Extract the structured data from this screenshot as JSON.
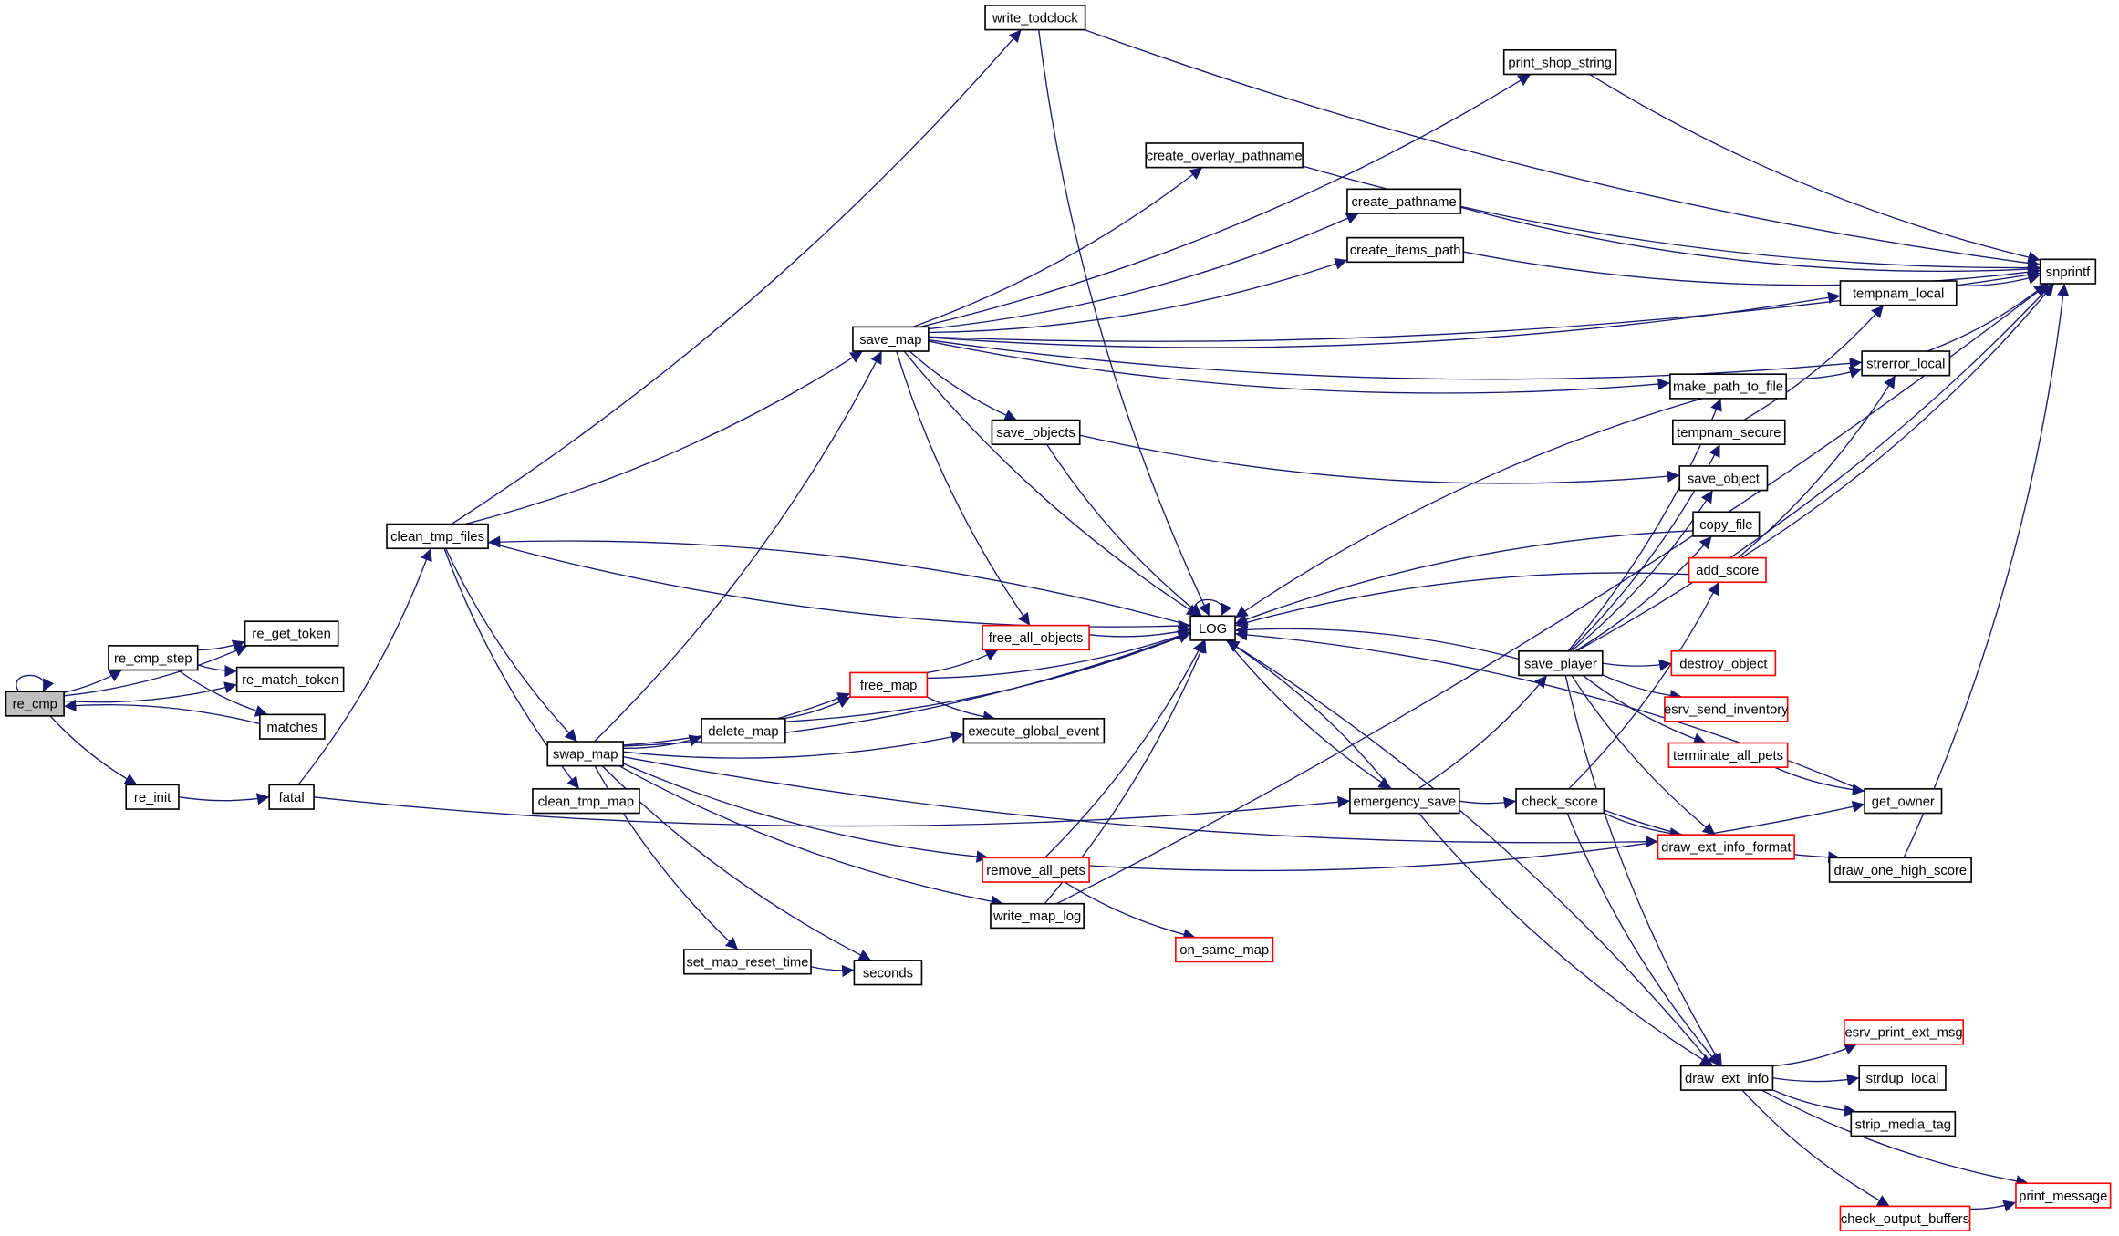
{
  "graph": {
    "type": "call-graph",
    "root": "re_cmp",
    "colors": {
      "edge": "#191970",
      "truncated_border": "#ff0000",
      "root_fill": "#bfbfbf",
      "border": "#000000"
    },
    "nodes": [
      {
        "id": "re_cmp",
        "label": "re_cmp",
        "truncated": false
      },
      {
        "id": "re_get_token",
        "label": "re_get_token",
        "truncated": false
      },
      {
        "id": "re_cmp_step",
        "label": "re_cmp_step",
        "truncated": false
      },
      {
        "id": "re_match_token",
        "label": "re_match_token",
        "truncated": false
      },
      {
        "id": "matches",
        "label": "matches",
        "truncated": false
      },
      {
        "id": "re_init",
        "label": "re_init",
        "truncated": false
      },
      {
        "id": "fatal",
        "label": "fatal",
        "truncated": false
      },
      {
        "id": "clean_tmp_files",
        "label": "clean_tmp_files",
        "truncated": false
      },
      {
        "id": "swap_map",
        "label": "swap_map",
        "truncated": false
      },
      {
        "id": "clean_tmp_map",
        "label": "clean_tmp_map",
        "truncated": false
      },
      {
        "id": "write_todclock",
        "label": "write_todclock",
        "truncated": false
      },
      {
        "id": "print_shop_string",
        "label": "print_shop_string",
        "truncated": false
      },
      {
        "id": "create_overlay_pathname",
        "label": "create_overlay_pathname",
        "truncated": false
      },
      {
        "id": "create_pathname",
        "label": "create_pathname",
        "truncated": false
      },
      {
        "id": "create_items_path",
        "label": "create_items_path",
        "truncated": false
      },
      {
        "id": "save_map",
        "label": "save_map",
        "truncated": false
      },
      {
        "id": "tempnam_local",
        "label": "tempnam_local",
        "truncated": false
      },
      {
        "id": "snprintf",
        "label": "snprintf",
        "truncated": false
      },
      {
        "id": "strerror_local",
        "label": "strerror_local",
        "truncated": false
      },
      {
        "id": "make_path_to_file",
        "label": "make_path_to_file",
        "truncated": false
      },
      {
        "id": "save_objects",
        "label": "save_objects",
        "truncated": false
      },
      {
        "id": "tempnam_secure",
        "label": "tempnam_secure",
        "truncated": false
      },
      {
        "id": "save_object",
        "label": "save_object",
        "truncated": false
      },
      {
        "id": "copy_file",
        "label": "copy_file",
        "truncated": false
      },
      {
        "id": "add_score",
        "label": "add_score",
        "truncated": true
      },
      {
        "id": "LOG",
        "label": "LOG",
        "truncated": false
      },
      {
        "id": "free_all_objects",
        "label": "free_all_objects",
        "truncated": true
      },
      {
        "id": "save_player",
        "label": "save_player",
        "truncated": false
      },
      {
        "id": "destroy_object",
        "label": "destroy_object",
        "truncated": true
      },
      {
        "id": "free_map",
        "label": "free_map",
        "truncated": true
      },
      {
        "id": "delete_map",
        "label": "delete_map",
        "truncated": false
      },
      {
        "id": "execute_global_event",
        "label": "execute_global_event",
        "truncated": false
      },
      {
        "id": "esrv_send_inventory",
        "label": "esrv_send_inventory",
        "truncated": true
      },
      {
        "id": "terminate_all_pets",
        "label": "terminate_all_pets",
        "truncated": true
      },
      {
        "id": "emergency_save",
        "label": "emergency_save",
        "truncated": false
      },
      {
        "id": "check_score",
        "label": "check_score",
        "truncated": false
      },
      {
        "id": "get_owner",
        "label": "get_owner",
        "truncated": false
      },
      {
        "id": "draw_ext_info_format",
        "label": "draw_ext_info_format",
        "truncated": true
      },
      {
        "id": "remove_all_pets",
        "label": "remove_all_pets",
        "truncated": true
      },
      {
        "id": "draw_one_high_score",
        "label": "draw_one_high_score",
        "truncated": false
      },
      {
        "id": "write_map_log",
        "label": "write_map_log",
        "truncated": false
      },
      {
        "id": "on_same_map",
        "label": "on_same_map",
        "truncated": true
      },
      {
        "id": "set_map_reset_time",
        "label": "set_map_reset_time",
        "truncated": false
      },
      {
        "id": "seconds",
        "label": "seconds",
        "truncated": false
      },
      {
        "id": "draw_ext_info",
        "label": "draw_ext_info",
        "truncated": false
      },
      {
        "id": "esrv_print_ext_msg",
        "label": "esrv_print_ext_msg",
        "truncated": true
      },
      {
        "id": "strdup_local",
        "label": "strdup_local",
        "truncated": false
      },
      {
        "id": "strip_media_tag",
        "label": "strip_media_tag",
        "truncated": false
      },
      {
        "id": "print_message",
        "label": "print_message",
        "truncated": true
      },
      {
        "id": "check_output_buffers",
        "label": "check_output_buffers",
        "truncated": true
      }
    ],
    "edges": [
      [
        "re_cmp",
        "re_cmp"
      ],
      [
        "re_cmp",
        "re_get_token"
      ],
      [
        "re_cmp",
        "re_cmp_step"
      ],
      [
        "re_cmp",
        "re_match_token"
      ],
      [
        "re_cmp",
        "re_init"
      ],
      [
        "re_cmp_step",
        "re_get_token"
      ],
      [
        "re_cmp_step",
        "re_match_token"
      ],
      [
        "re_cmp_step",
        "matches"
      ],
      [
        "matches",
        "re_cmp"
      ],
      [
        "re_init",
        "fatal"
      ],
      [
        "fatal",
        "clean_tmp_files"
      ],
      [
        "fatal",
        "emergency_save"
      ],
      [
        "clean_tmp_files",
        "write_todclock"
      ],
      [
        "clean_tmp_files",
        "save_map"
      ],
      [
        "clean_tmp_files",
        "LOG"
      ],
      [
        "clean_tmp_files",
        "swap_map"
      ],
      [
        "clean_tmp_files",
        "clean_tmp_map"
      ],
      [
        "LOG",
        "clean_tmp_files"
      ],
      [
        "write_todclock",
        "snprintf"
      ],
      [
        "write_todclock",
        "LOG"
      ],
      [
        "save_map",
        "print_shop_string"
      ],
      [
        "print_shop_string",
        "snprintf"
      ],
      [
        "save_map",
        "snprintf"
      ],
      [
        "save_map",
        "create_overlay_pathname"
      ],
      [
        "save_map",
        "create_pathname"
      ],
      [
        "save_map",
        "create_items_path"
      ],
      [
        "save_map",
        "tempnam_local"
      ],
      [
        "save_map",
        "strerror_local"
      ],
      [
        "save_map",
        "make_path_to_file"
      ],
      [
        "save_map",
        "save_objects"
      ],
      [
        "save_map",
        "free_all_objects"
      ],
      [
        "save_map",
        "LOG"
      ],
      [
        "swap_map",
        "save_map"
      ],
      [
        "swap_map",
        "LOG"
      ],
      [
        "swap_map",
        "free_map"
      ],
      [
        "swap_map",
        "delete_map"
      ],
      [
        "swap_map",
        "execute_global_event"
      ],
      [
        "swap_map",
        "draw_ext_info_format"
      ],
      [
        "swap_map",
        "remove_all_pets"
      ],
      [
        "swap_map",
        "write_map_log"
      ],
      [
        "swap_map",
        "set_map_reset_time"
      ],
      [
        "swap_map",
        "seconds"
      ],
      [
        "create_overlay_pathname",
        "snprintf"
      ],
      [
        "create_pathname",
        "snprintf"
      ],
      [
        "create_items_path",
        "snprintf"
      ],
      [
        "tempnam_local",
        "snprintf"
      ],
      [
        "strerror_local",
        "snprintf"
      ],
      [
        "make_path_to_file",
        "strerror_local"
      ],
      [
        "make_path_to_file",
        "LOG"
      ],
      [
        "tempnam_secure",
        "tempnam_local"
      ],
      [
        "save_objects",
        "save_object"
      ],
      [
        "save_objects",
        "LOG"
      ],
      [
        "save_player",
        "make_path_to_file"
      ],
      [
        "save_player",
        "tempnam_secure"
      ],
      [
        "save_player",
        "save_object"
      ],
      [
        "save_player",
        "copy_file"
      ],
      [
        "save_player",
        "LOG"
      ],
      [
        "save_player",
        "destroy_object"
      ],
      [
        "save_player",
        "esrv_send_inventory"
      ],
      [
        "save_player",
        "terminate_all_pets"
      ],
      [
        "save_player",
        "draw_ext_info_format"
      ],
      [
        "save_player",
        "draw_ext_info"
      ],
      [
        "save_player",
        "snprintf"
      ],
      [
        "copy_file",
        "LOG"
      ],
      [
        "add_score",
        "strerror_local"
      ],
      [
        "add_score",
        "snprintf"
      ],
      [
        "add_score",
        "LOG"
      ],
      [
        "free_all_objects",
        "LOG"
      ],
      [
        "free_map",
        "free_all_objects"
      ],
      [
        "free_map",
        "LOG"
      ],
      [
        "free_map",
        "execute_global_event"
      ],
      [
        "delete_map",
        "free_map"
      ],
      [
        "delete_map",
        "LOG"
      ],
      [
        "remove_all_pets",
        "LOG"
      ],
      [
        "remove_all_pets",
        "on_same_map"
      ],
      [
        "remove_all_pets",
        "get_owner"
      ],
      [
        "write_map_log",
        "LOG"
      ],
      [
        "write_map_log",
        "snprintf"
      ],
      [
        "set_map_reset_time",
        "seconds"
      ],
      [
        "emergency_save",
        "save_player"
      ],
      [
        "emergency_save",
        "check_score"
      ],
      [
        "emergency_save",
        "LOG"
      ],
      [
        "emergency_save",
        "draw_ext_info"
      ],
      [
        "LOG",
        "emergency_save"
      ],
      [
        "check_score",
        "add_score"
      ],
      [
        "check_score",
        "draw_ext_info_format"
      ],
      [
        "check_score",
        "draw_one_high_score"
      ],
      [
        "check_score",
        "draw_ext_info"
      ],
      [
        "terminate_all_pets",
        "get_owner"
      ],
      [
        "get_owner",
        "LOG"
      ],
      [
        "draw_one_high_score",
        "snprintf"
      ],
      [
        "draw_ext_info",
        "LOG"
      ],
      [
        "draw_ext_info",
        "esrv_print_ext_msg"
      ],
      [
        "draw_ext_info",
        "strdup_local"
      ],
      [
        "draw_ext_info",
        "strip_media_tag"
      ],
      [
        "draw_ext_info",
        "print_message"
      ],
      [
        "draw_ext_info",
        "check_output_buffers"
      ],
      [
        "check_output_buffers",
        "print_message"
      ],
      [
        "LOG",
        "LOG"
      ]
    ]
  }
}
